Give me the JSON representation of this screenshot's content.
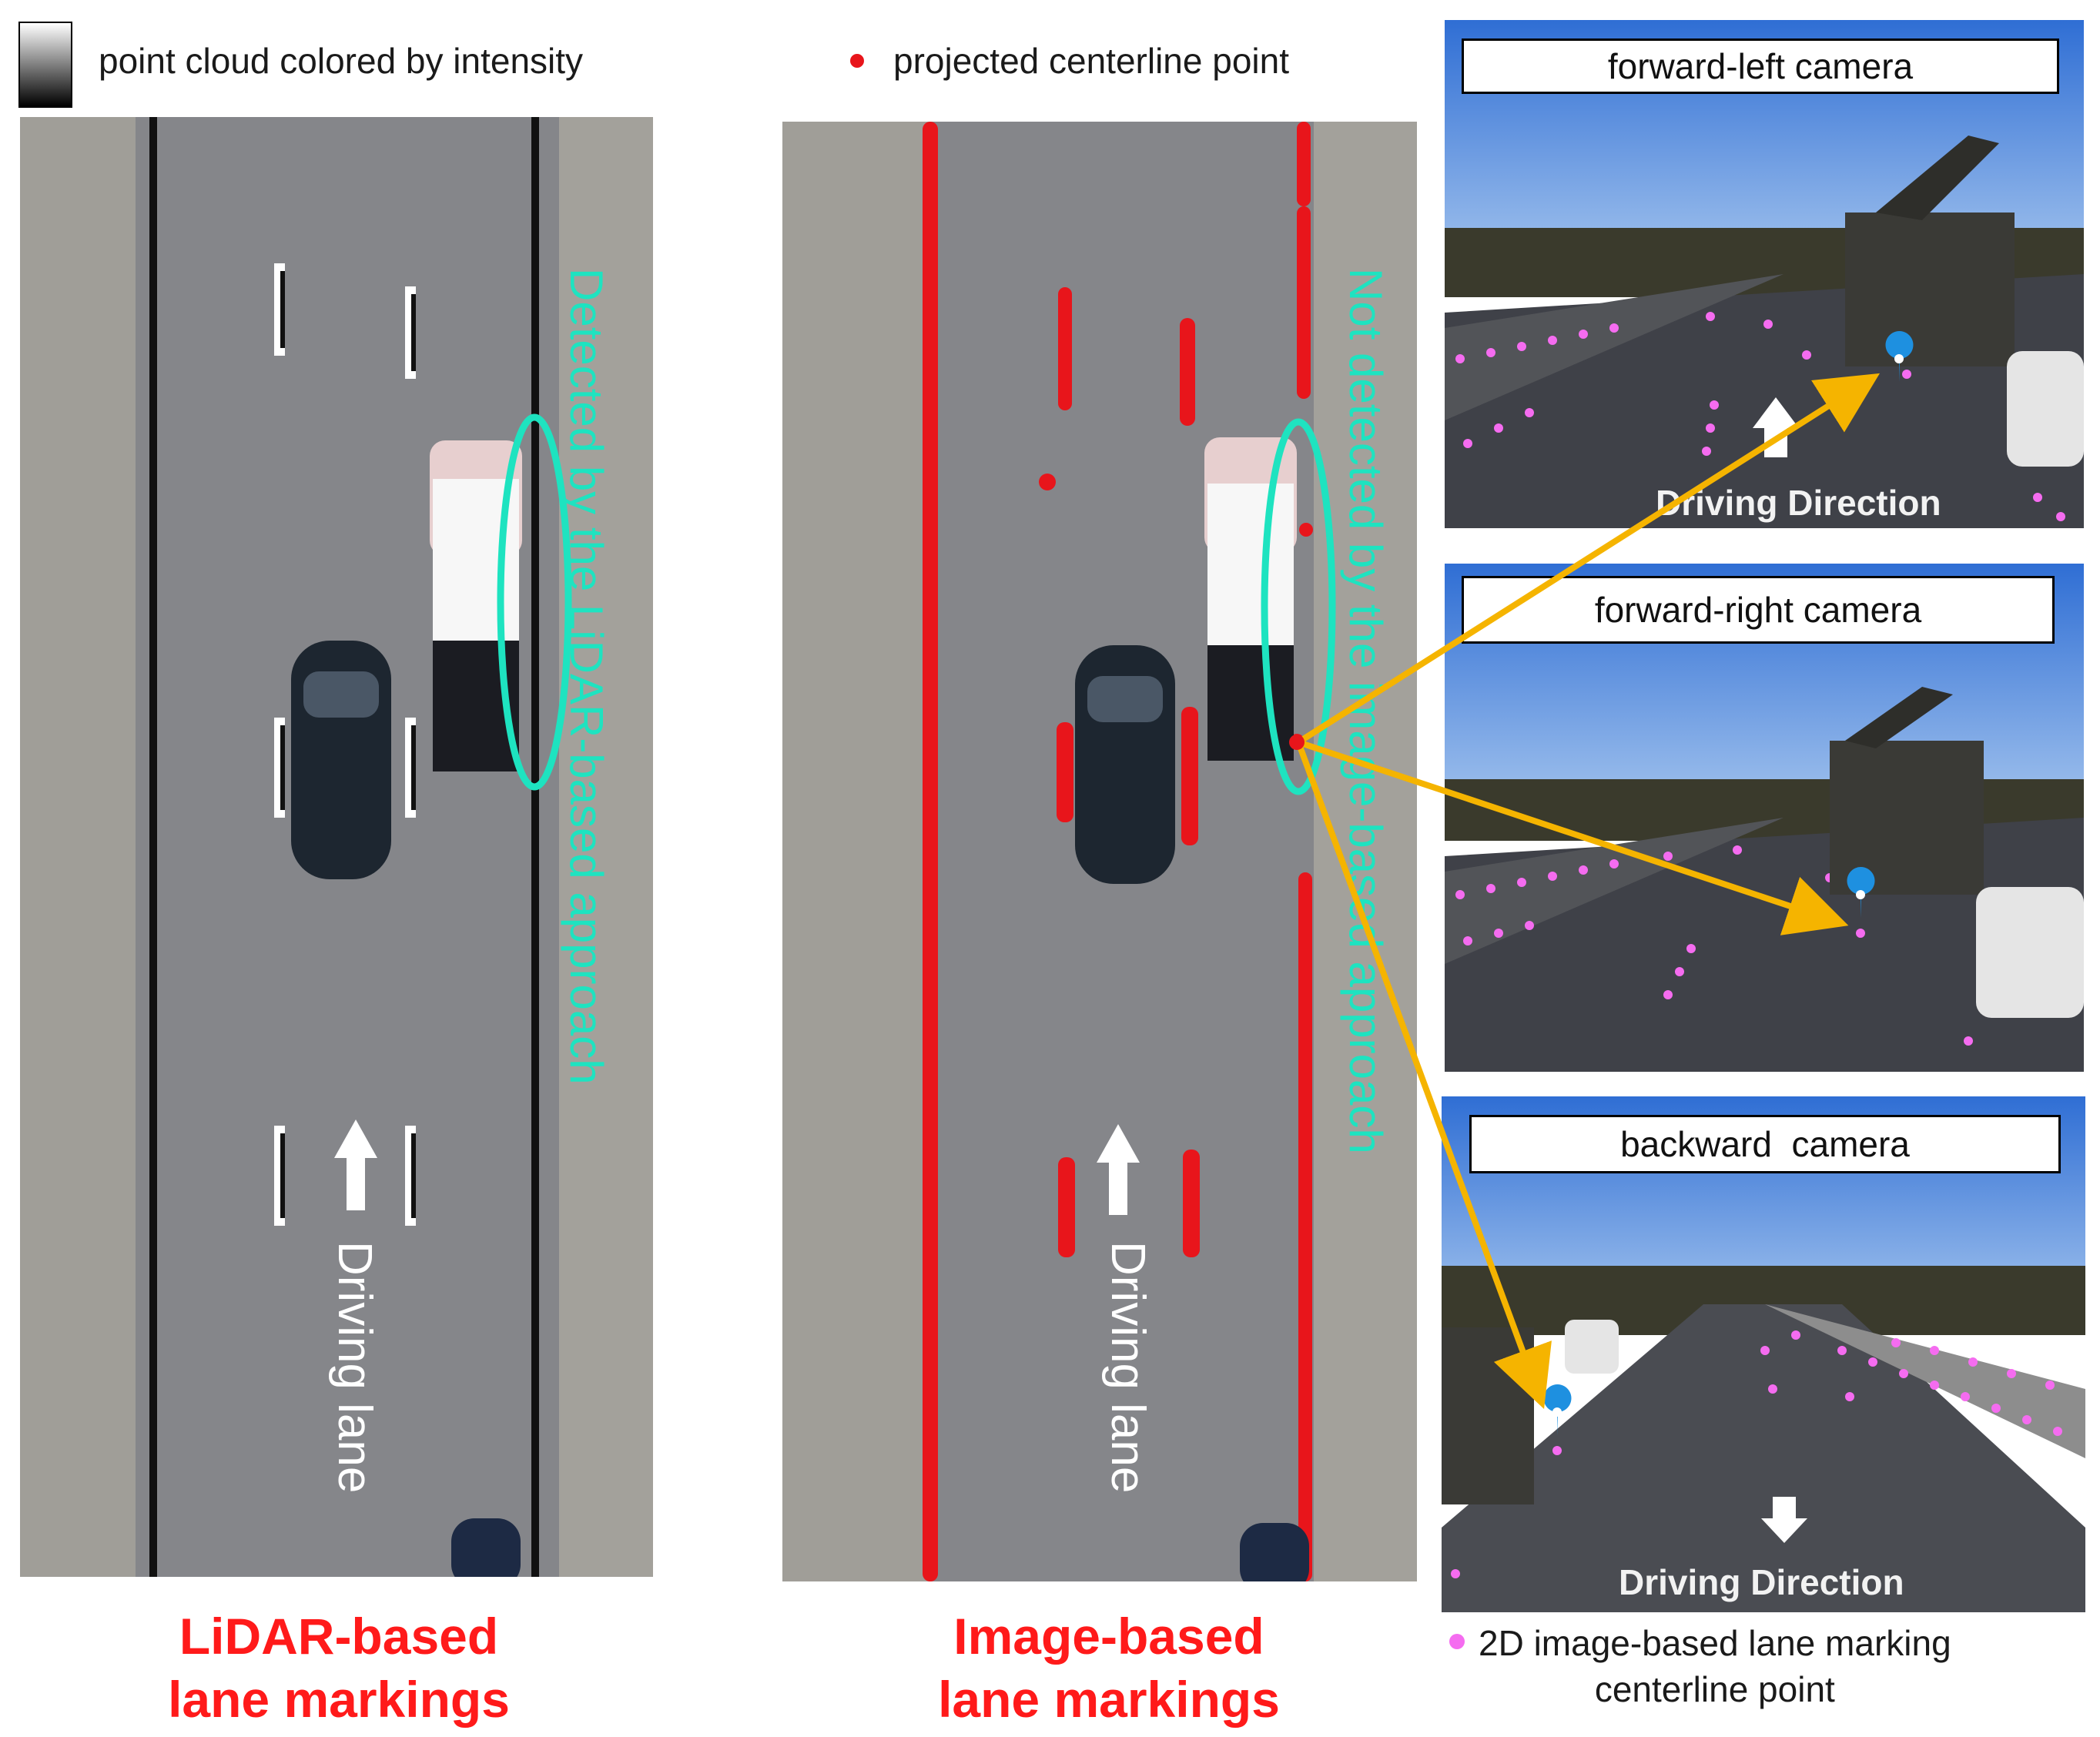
{
  "legends": {
    "intensity": "point cloud colored by intensity",
    "projected": "projected centerline point",
    "image_point_line1": "2D image-based lane marking",
    "image_point_line2": "centerline point"
  },
  "left_panel": {
    "annotation": "Detected by the LiDAR-based approach",
    "lane_label": "Driving lane",
    "caption_line1": "LiDAR-based",
    "caption_line2": "lane markings"
  },
  "middle_panel": {
    "annotation": "Not detected by the image-based approach",
    "lane_label": "Driving lane",
    "caption_line1": "Image-based",
    "caption_line2": "lane markings"
  },
  "cameras": [
    {
      "label": "forward-left camera",
      "driving_direction": "Driving Direction"
    },
    {
      "label": "forward-right camera"
    },
    {
      "label": "backward  camera",
      "driving_direction": "Driving Direction"
    }
  ],
  "colors": {
    "annotation": "#1ee3c0",
    "red_points": "#e8151b",
    "magenta_points": "#f56cf0",
    "arrow": "#f5b400",
    "caption": "#ff1a1a"
  }
}
